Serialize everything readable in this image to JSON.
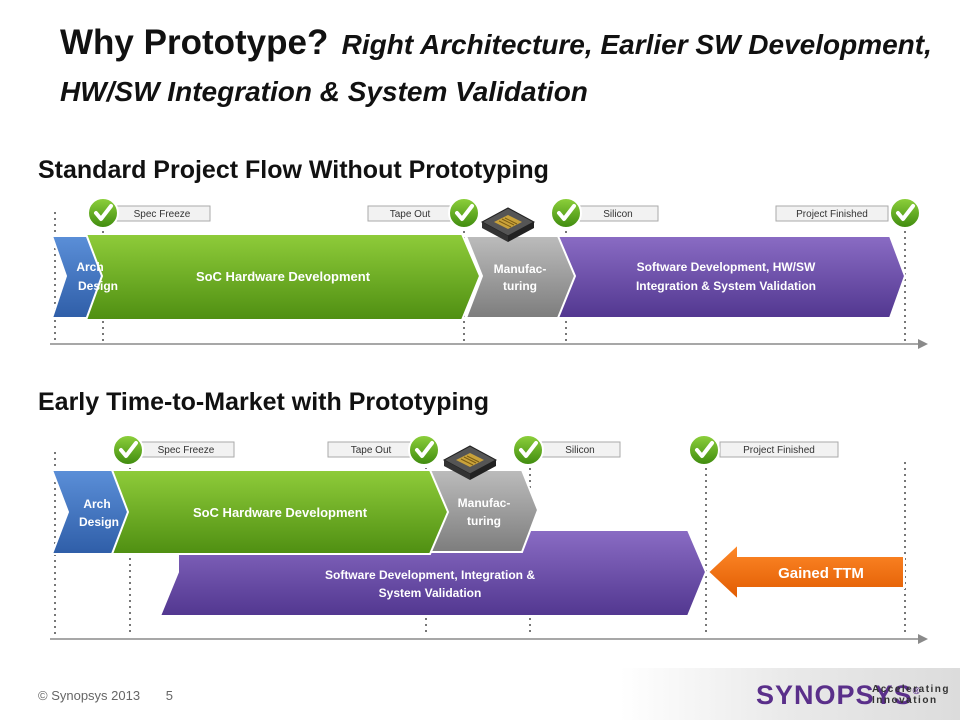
{
  "title": {
    "main": "Why Prototype?",
    "sub": "Right Architecture, Earlier SW Development, HW/SW Integration & System Validation"
  },
  "section1": {
    "heading": "Standard Project Flow Without Prototyping",
    "milestones": [
      "Spec Freeze",
      "Tape Out",
      "Silicon",
      "Project Finished"
    ],
    "stages": {
      "arch": [
        "Arch",
        "Design"
      ],
      "soc": "SoC Hardware Development",
      "manuf": [
        "Manufac-",
        "turing"
      ],
      "sw": [
        "Software Development, HW/SW",
        "Integration & System Validation"
      ]
    }
  },
  "section2": {
    "heading": "Early Time-to-Market with Prototyping",
    "milestones": [
      "Spec Freeze",
      "Tape Out",
      "Silicon",
      "Project Finished"
    ],
    "stages": {
      "arch": [
        "Arch",
        "Design"
      ],
      "soc": "SoC Hardware Development",
      "manuf": [
        "Manufac-",
        "turing"
      ],
      "sw": [
        "Software Development, Integration &",
        "System Validation"
      ]
    },
    "gained": "Gained TTM"
  },
  "footer": {
    "copyright": "© Synopsys 2013",
    "page": "5"
  },
  "logo": {
    "name": "SYNOPSYS",
    "tagline": [
      "Accelerating",
      "Innovation"
    ]
  },
  "colors": {
    "green": "#6fae1f",
    "purple": "#6c4fa8",
    "blue": "#3d72c0",
    "gray": "#9a9a9a",
    "orange": "#ee6a10"
  }
}
